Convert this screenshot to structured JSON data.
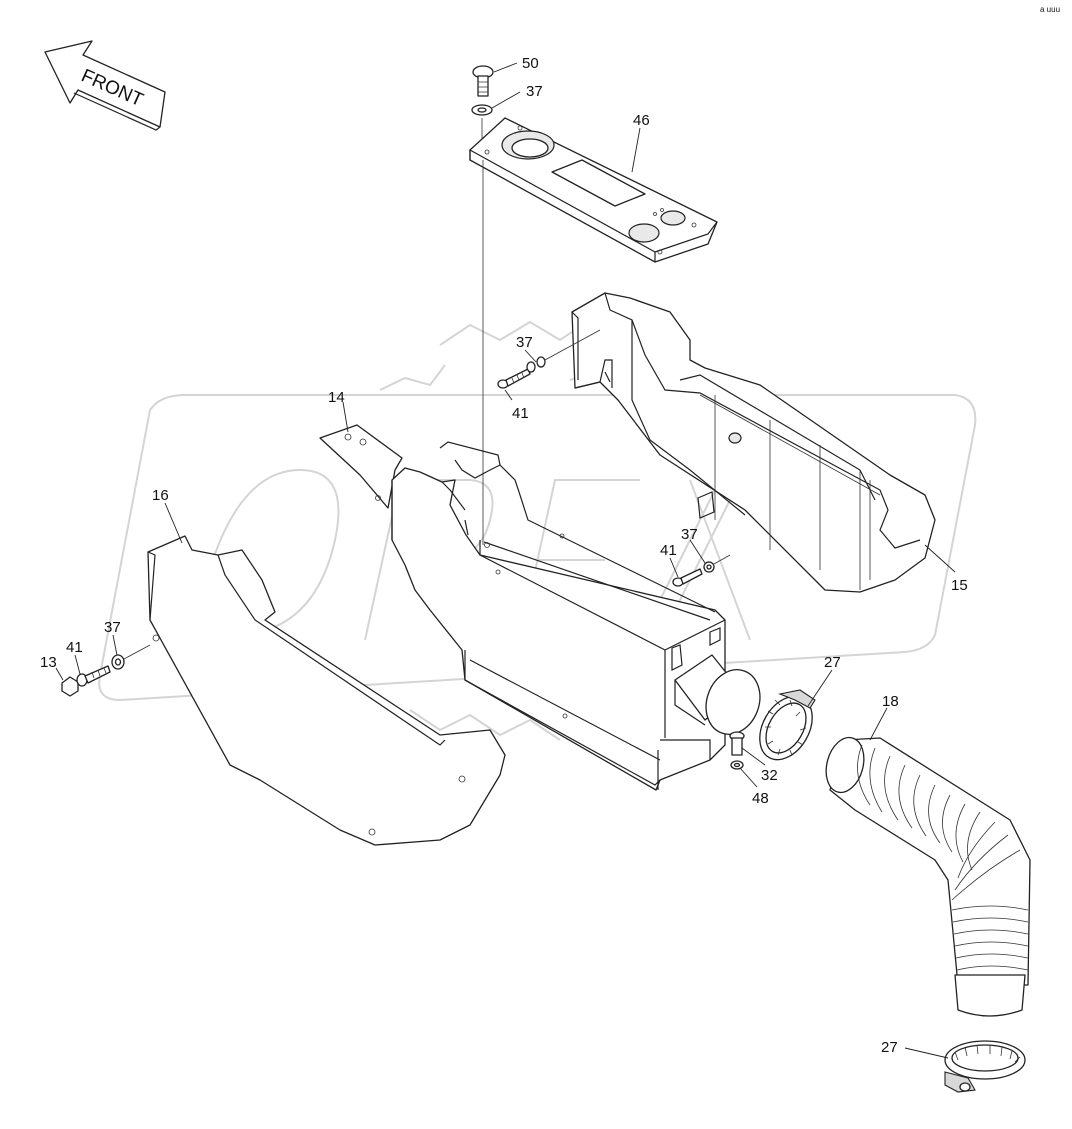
{
  "watermark": {
    "text": "OPEX",
    "color": "#d4d4d4"
  },
  "orientation": {
    "label": "FRONT"
  },
  "corner_mark": "a  uuu",
  "callouts": {
    "c50": "50",
    "c37_top": "37",
    "c46": "46",
    "c37_mid": "37",
    "c41_mid": "41",
    "c14": "14",
    "c16": "16",
    "c37_right": "37",
    "c41_right": "41",
    "c15": "15",
    "c37_left": "37",
    "c41_left": "41",
    "c13": "13",
    "c27_upper": "27",
    "c18": "18",
    "c32": "32",
    "c48": "48",
    "c27_lower": "27"
  }
}
